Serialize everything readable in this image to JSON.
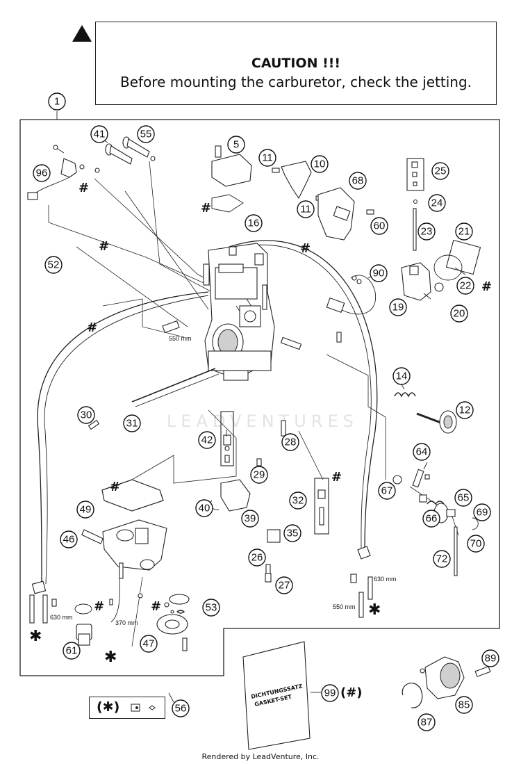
{
  "caution": {
    "title": "CAUTION !!!",
    "text": "Before mounting the carburetor, check the jetting."
  },
  "assembly_ref": "1",
  "watermark": "LEADVENTURES",
  "callouts": {
    "c41": "41",
    "c55": "55",
    "c5": "5",
    "c11a": "11",
    "c10": "10",
    "c96": "96",
    "c68": "68",
    "c11b": "11",
    "c60": "60",
    "c25": "25",
    "c24": "24",
    "c23": "23",
    "c21": "21",
    "c16": "16",
    "c52": "52",
    "c22": "22",
    "c19": "19",
    "c20": "20",
    "c90": "90",
    "c14": "14",
    "c12": "12",
    "c30": "30",
    "c31": "31",
    "c42": "42",
    "c28": "28",
    "c29": "29",
    "c64": "64",
    "c67": "67",
    "c32": "32",
    "c49": "49",
    "c40": "40",
    "c39": "39",
    "c65": "65",
    "c66": "66",
    "c69": "69",
    "c70": "70",
    "c46": "46",
    "c35": "35",
    "c72": "72",
    "c26": "26",
    "c27": "27",
    "c53": "53",
    "c47": "47",
    "c61": "61",
    "c99": "99",
    "c89": "89",
    "c85": "85",
    "c87": "87",
    "c56": "56"
  },
  "dimensions": {
    "d550a": "550 mm",
    "d630a": "630 mm",
    "d370": "370 mm",
    "d630b": "630 mm",
    "d550b": "550 mm"
  },
  "marks": {
    "hash": "#",
    "star": "✱",
    "ref99_suffix": "(#)"
  },
  "gasket_set": {
    "line1": "DICHTUNGSSATZ",
    "line2": "GASKET-SET"
  },
  "legend": {
    "symbol": "(✱)"
  },
  "footer": "Rendered by LeadVenture, Inc."
}
